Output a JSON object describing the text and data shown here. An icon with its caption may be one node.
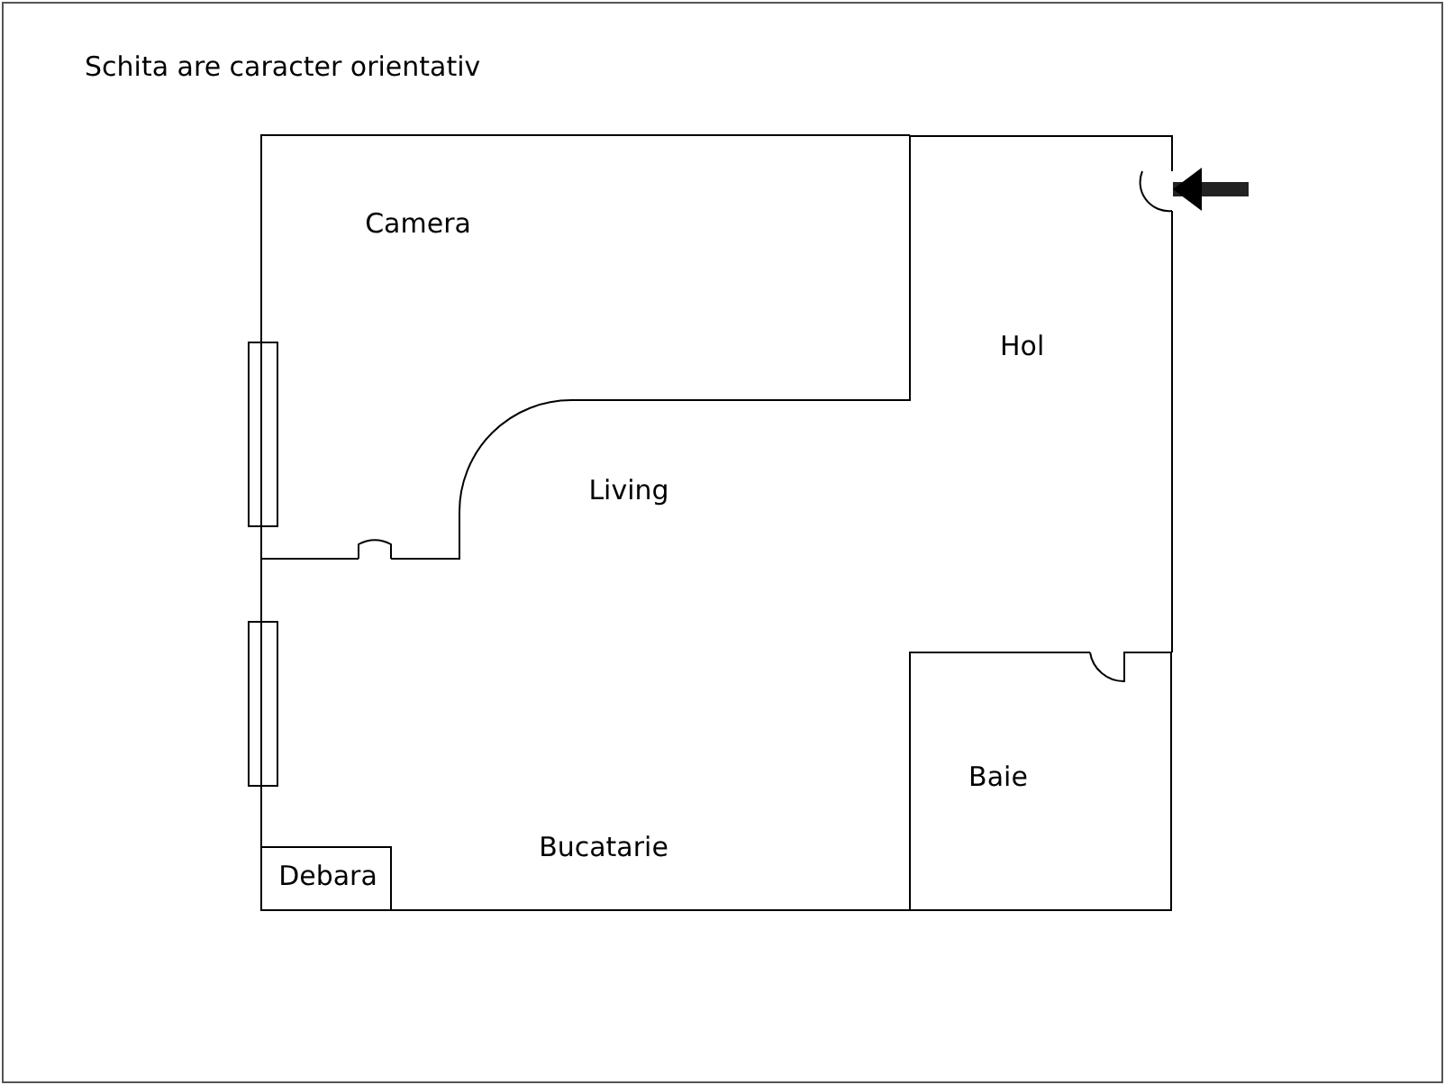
{
  "diagram": {
    "title": "Schita are caracter orientativ",
    "nodes": [
      {
        "text": [
          "Camera"
        ]
      },
      {
        "text": [
          "Hol"
        ]
      },
      {
        "text": [
          "Living"
        ]
      },
      {
        "text": [
          "Baie"
        ]
      },
      {
        "text": [
          "Bucatarie"
        ]
      },
      {
        "text": [
          "Debara"
        ]
      }
    ],
    "edges": [
      {
        "from": null,
        "to": 1,
        "arrow": "to"
      }
    ]
  }
}
